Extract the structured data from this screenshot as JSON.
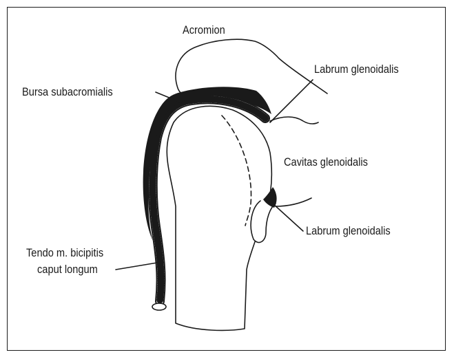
{
  "labels": {
    "acromion": "Acromion",
    "labrum_top": "Labrum glenoidalis",
    "bursa": "Bursa subacromialis",
    "cavitas": "Cavitas glenoidalis",
    "labrum_bottom": "Labrum glenoidalis",
    "tendo_line1": "Tendo m. bicipitis",
    "tendo_line2": "caput longum"
  },
  "colors": {
    "ink": "#1a1a1a",
    "background": "#ffffff"
  }
}
